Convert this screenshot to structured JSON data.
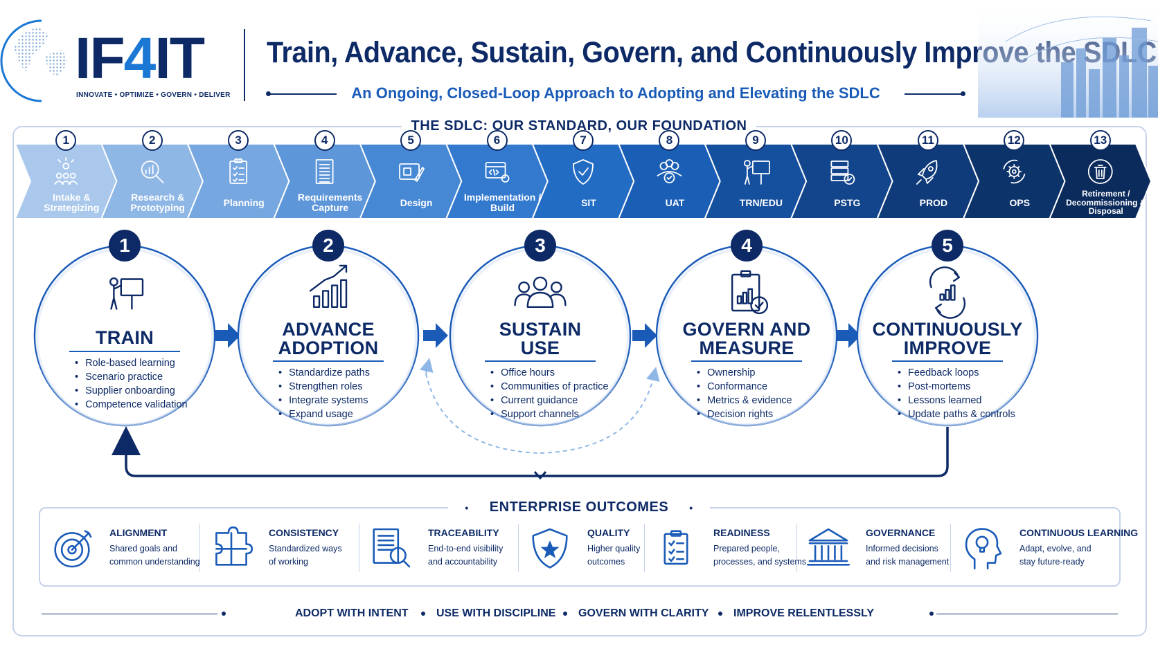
{
  "header": {
    "logo_prefix": "IF",
    "logo_four": "4",
    "logo_suffix": "IT",
    "tagline": "INNOVATE • OPTIMIZE • GOVERN • DELIVER",
    "title": "Train, Advance, Sustain, Govern, and Continuously Improve the SDLC",
    "subtitle": "An Ongoing, Closed-Loop Approach to Adopting and Elevating the SDLC"
  },
  "sdlc": {
    "heading": "THE SDLC: OUR STANDARD, OUR FOUNDATION",
    "phases": [
      {
        "num": "1",
        "label": "Intake & Strategizing",
        "icon": "ideas-people-icon",
        "color": "#a9c8ec"
      },
      {
        "num": "2",
        "label": "Research & Prototyping",
        "icon": "magnifier-chart-icon",
        "color": "#8fb7e6"
      },
      {
        "num": "3",
        "label": "Planning",
        "icon": "clipboard-icon",
        "color": "#76a7e0"
      },
      {
        "num": "4",
        "label": "Requirements Capture",
        "icon": "document-icon",
        "color": "#5d96d9"
      },
      {
        "num": "5",
        "label": "Design",
        "icon": "blueprint-icon",
        "color": "#4688d3"
      },
      {
        "num": "6",
        "label": "Implementation / Build",
        "icon": "code-window-icon",
        "color": "#337ace"
      },
      {
        "num": "7",
        "label": "SIT",
        "icon": "shield-check-icon",
        "color": "#236cc4"
      },
      {
        "num": "8",
        "label": "UAT",
        "icon": "users-check-icon",
        "color": "#1a5eb5"
      },
      {
        "num": "9",
        "label": "TRN/EDU",
        "icon": "trainer-board-icon",
        "color": "#15509f"
      },
      {
        "num": "10",
        "label": "PSTG",
        "icon": "server-check-icon",
        "color": "#12458c"
      },
      {
        "num": "11",
        "label": "PROD",
        "icon": "rocket-icon",
        "color": "#0f3b7a"
      },
      {
        "num": "12",
        "label": "OPS",
        "icon": "gear-cycle-icon",
        "color": "#0d336b"
      },
      {
        "num": "13",
        "label": "Retirement / Decommissioning & Disposal",
        "icon": "trash-icon",
        "color": "#0b2b5c"
      }
    ]
  },
  "stages": [
    {
      "num": "1",
      "title": "TRAIN",
      "icon": "trainer-audience-icon",
      "items": [
        "Role-based learning",
        "Scenario practice",
        "Supplier onboarding",
        "Competence validation"
      ]
    },
    {
      "num": "2",
      "title": "ADVANCE ADOPTION",
      "title_lines": [
        "ADVANCE",
        "ADOPTION"
      ],
      "icon": "growth-chart-icon",
      "items": [
        "Standardize paths",
        "Strengthen roles",
        "Integrate systems",
        "Expand usage"
      ]
    },
    {
      "num": "3",
      "title": "SUSTAIN USE",
      "title_lines": [
        "SUSTAIN",
        "USE"
      ],
      "icon": "team-icon",
      "items": [
        "Office hours",
        "Communities of practice",
        "Current guidance",
        "Support channels"
      ]
    },
    {
      "num": "4",
      "title": "GOVERN AND MEASURE",
      "title_lines": [
        "GOVERN AND",
        "MEASURE"
      ],
      "icon": "clipboard-metrics-icon",
      "items": [
        "Ownership",
        "Conformance",
        "Metrics & evidence",
        "Decision rights"
      ]
    },
    {
      "num": "5",
      "title": "CONTINUOUSLY IMPROVE",
      "title_lines": [
        "CONTINUOUSLY",
        "IMPROVE"
      ],
      "icon": "cycle-chart-icon",
      "items": [
        "Feedback loops",
        "Post-mortems",
        "Lessons learned",
        "Update paths & controls"
      ]
    }
  ],
  "outcomes": {
    "heading": "ENTERPRISE OUTCOMES",
    "items": [
      {
        "title": "ALIGNMENT",
        "desc": [
          "Shared goals and",
          "common understanding"
        ],
        "icon": "target-icon"
      },
      {
        "title": "CONSISTENCY",
        "desc": [
          "Standardized ways",
          "of working"
        ],
        "icon": "puzzle-icon"
      },
      {
        "title": "TRACEABILITY",
        "desc": [
          "End-to-end visibility",
          "and accountability"
        ],
        "icon": "document-search-icon"
      },
      {
        "title": "QUALITY",
        "desc": [
          "Higher quality",
          "outcomes"
        ],
        "icon": "shield-star-icon"
      },
      {
        "title": "READINESS",
        "desc": [
          "Prepared people,",
          "processes, and systems"
        ],
        "icon": "checklist-icon"
      },
      {
        "title": "GOVERNANCE",
        "desc": [
          "Informed decisions",
          "and risk management"
        ],
        "icon": "institution-icon"
      },
      {
        "title": "CONTINUOUS LEARNING",
        "desc": [
          "Adapt, evolve, and",
          "stay future-ready"
        ],
        "icon": "head-lightbulb-icon"
      }
    ]
  },
  "footer": {
    "items": [
      "ADOPT WITH INTENT",
      "USE WITH DISCIPLINE",
      "GOVERN WITH CLARITY",
      "IMPROVE RELENTLESSLY"
    ]
  },
  "colors": {
    "navy": "#0d2a66",
    "blue": "#1a5bb8",
    "accent": "#1a78d4",
    "border": "#c5d3ea"
  }
}
